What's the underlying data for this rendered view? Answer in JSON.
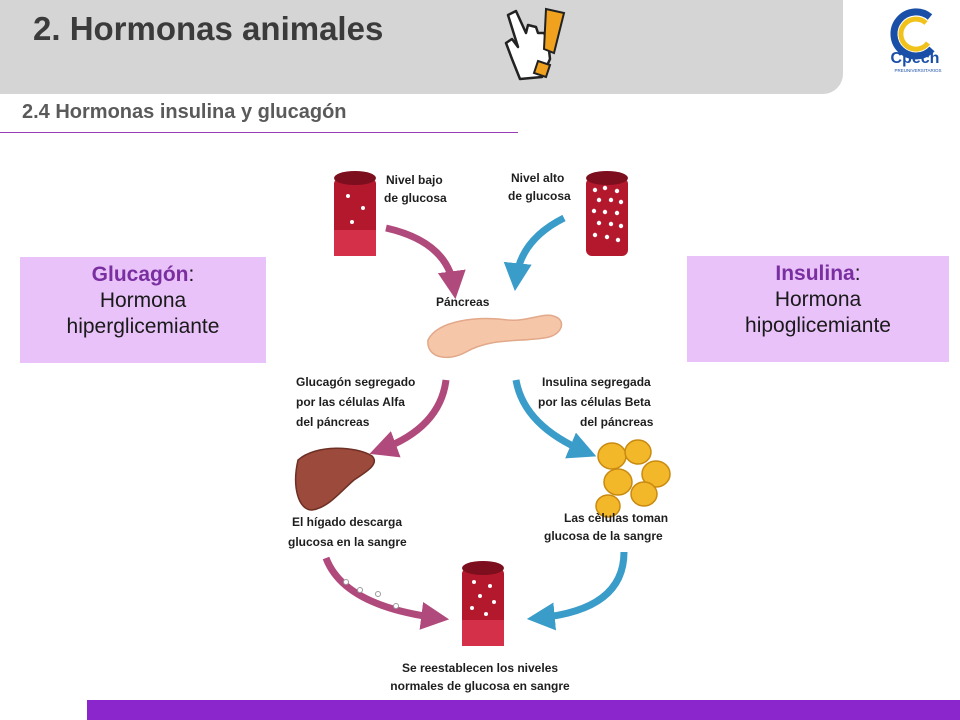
{
  "header": {
    "title": "2. Hormonas animales",
    "subtitle": "2.4 Hormonas insulina y glucagón",
    "logo_text": "Cpech",
    "logo_tagline": "PREUNIVERSITARIOS"
  },
  "left_box": {
    "term": "Glucagón",
    "colon": ":",
    "line1": "Hormona",
    "line2": "hiperglicemiante"
  },
  "right_box": {
    "term": "Insulina",
    "colon": ":",
    "line1": "Hormona",
    "line2": "hipoglicemiante"
  },
  "diagram": {
    "low_glucose": [
      "Nivel bajo",
      "de glucosa"
    ],
    "high_glucose": [
      "Nivel alto",
      "de glucosa"
    ],
    "pancreas": "Páncreas",
    "glucagon_secreted": [
      "Glucagón segregado",
      "por las células Alfa",
      "del páncreas"
    ],
    "insulin_secreted": [
      "Insulina segregada",
      "por las células Beta",
      "del páncreas"
    ],
    "liver": [
      "El hígado descarga",
      "glucosa en la sangre"
    ],
    "cells": [
      "Las cèlulas toman",
      "glucosa de la sangre"
    ],
    "restored": [
      "Se reestablecen los niveles",
      "normales de glucosa en sangre"
    ]
  },
  "colors": {
    "title_bar": "#d5d5d5",
    "accent_purple": "#8b25cc",
    "box_fill": "#e9c2fa",
    "glucagon_arrow": "#b04a7c",
    "insulin_arrow": "#3a9cc9",
    "blood_vessel": "#b3182c",
    "liver": "#9c4a3c",
    "cells": "#f3b82a",
    "pancreas": "#f6c6a8"
  },
  "icons": [
    "pointing-hand-icon",
    "exclamation-icon",
    "cpech-logo-icon"
  ]
}
